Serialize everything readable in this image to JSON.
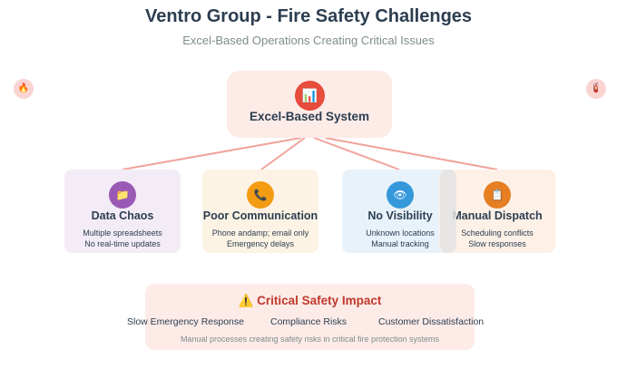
{
  "header": {
    "title": "Ventro Group - Fire Safety Challenges",
    "subtitle": "Excel-Based Operations Creating Critical Issues"
  },
  "decorations": {
    "left_icon": "🔥",
    "right_icon": "🧯"
  },
  "center": {
    "label": "Excel-Based System",
    "icon": "📊",
    "icon_name": "chart-icon",
    "color": "#e74c3c"
  },
  "challenges": [
    {
      "title": "Data Chaos",
      "icon": "📁",
      "icon_name": "folder-icon",
      "color": "#9b59b6",
      "lines": [
        "Multiple spreadsheets",
        "No real-time updates"
      ]
    },
    {
      "title": "Poor Communication",
      "icon": "📞",
      "icon_name": "phone-icon",
      "color": "#f39c12",
      "lines": [
        "Phone andamp; email only",
        "Emergency delays"
      ]
    },
    {
      "title": "No Visibility",
      "icon": "👁",
      "icon_name": "eye-icon",
      "color": "#3498db",
      "lines": [
        "Unknown locations",
        "Manual tracking"
      ]
    },
    {
      "title": "Manual Dispatch",
      "icon": "📋",
      "icon_name": "clipboard-icon",
      "color": "#e67e22",
      "lines": [
        "Scheduling conflicts",
        "Slow responses"
      ]
    }
  ],
  "impact": {
    "warning_icon": "⚠️",
    "title": "Critical Safety Impact",
    "items": [
      "Slow Emergency Response",
      "Compliance Risks",
      "Customer Dissatisfaction"
    ],
    "note": "Manual processes creating safety risks in critical fire protection systems"
  }
}
